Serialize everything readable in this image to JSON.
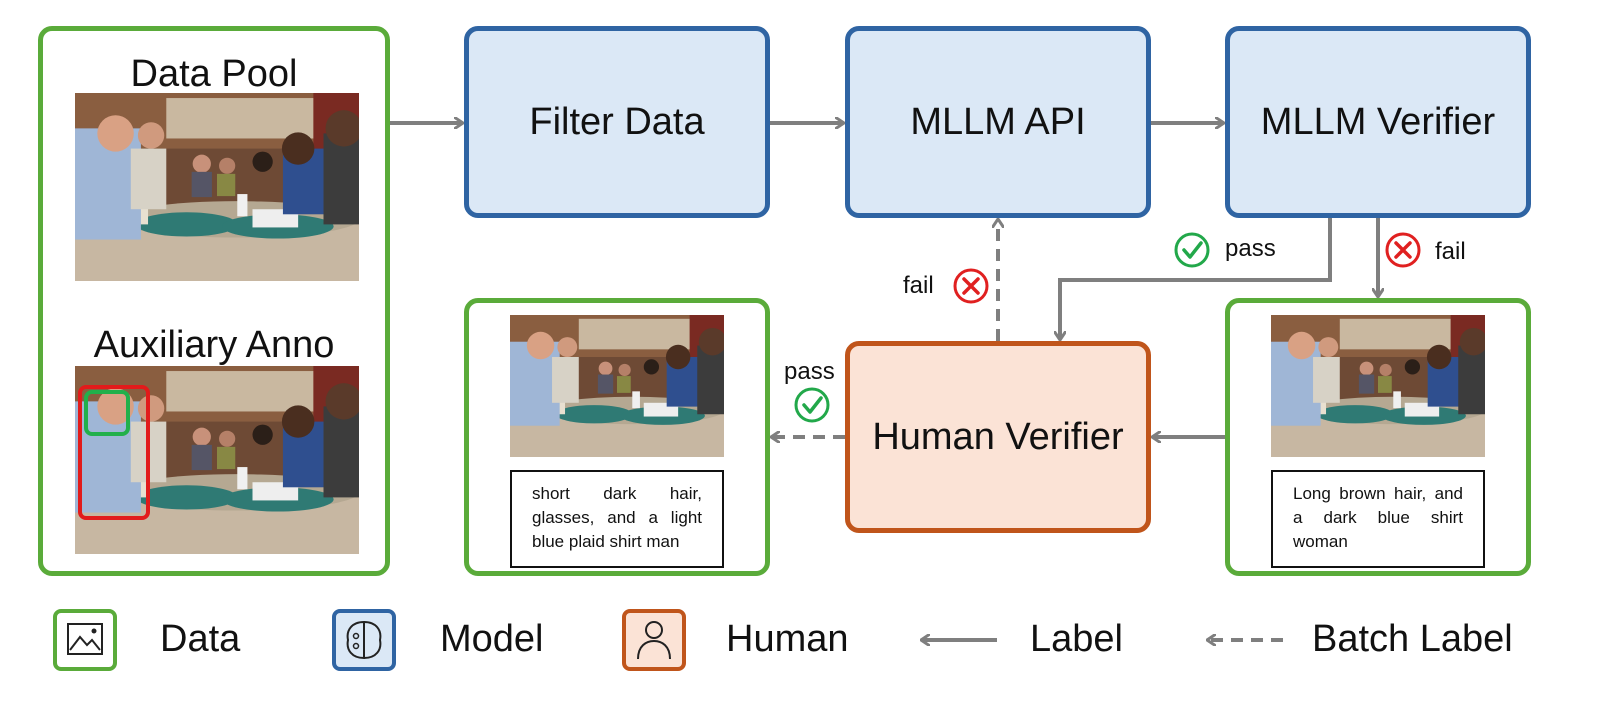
{
  "pool": {
    "title": "Data Pool",
    "aux_title": "Auxiliary Anno"
  },
  "nodes": {
    "filter": "Filter Data",
    "api": "MLLM API",
    "verifier": "MLLM Verifier",
    "human": "Human Verifier"
  },
  "edges": {
    "pass_top": "pass",
    "fail_right": "fail",
    "fail_left": "fail",
    "pass_left": "pass"
  },
  "cards": {
    "left_caption": "short dark hair, glasses, and a light blue plaid shirt man",
    "right_caption": "Long brown hair, and a dark blue shirt woman"
  },
  "legend": {
    "data": "Data",
    "model": "Model",
    "human": "Human",
    "label": "Label",
    "batch_label": "Batch Label"
  },
  "colors": {
    "data_border": "#5aab3a",
    "model_border": "#2f64a3",
    "model_fill": "#dbe8f6",
    "human_border": "#c0551b",
    "human_fill": "#fbe3d6",
    "arrow": "#7f7f7f",
    "pass": "#22a84a",
    "fail": "#e02020"
  }
}
